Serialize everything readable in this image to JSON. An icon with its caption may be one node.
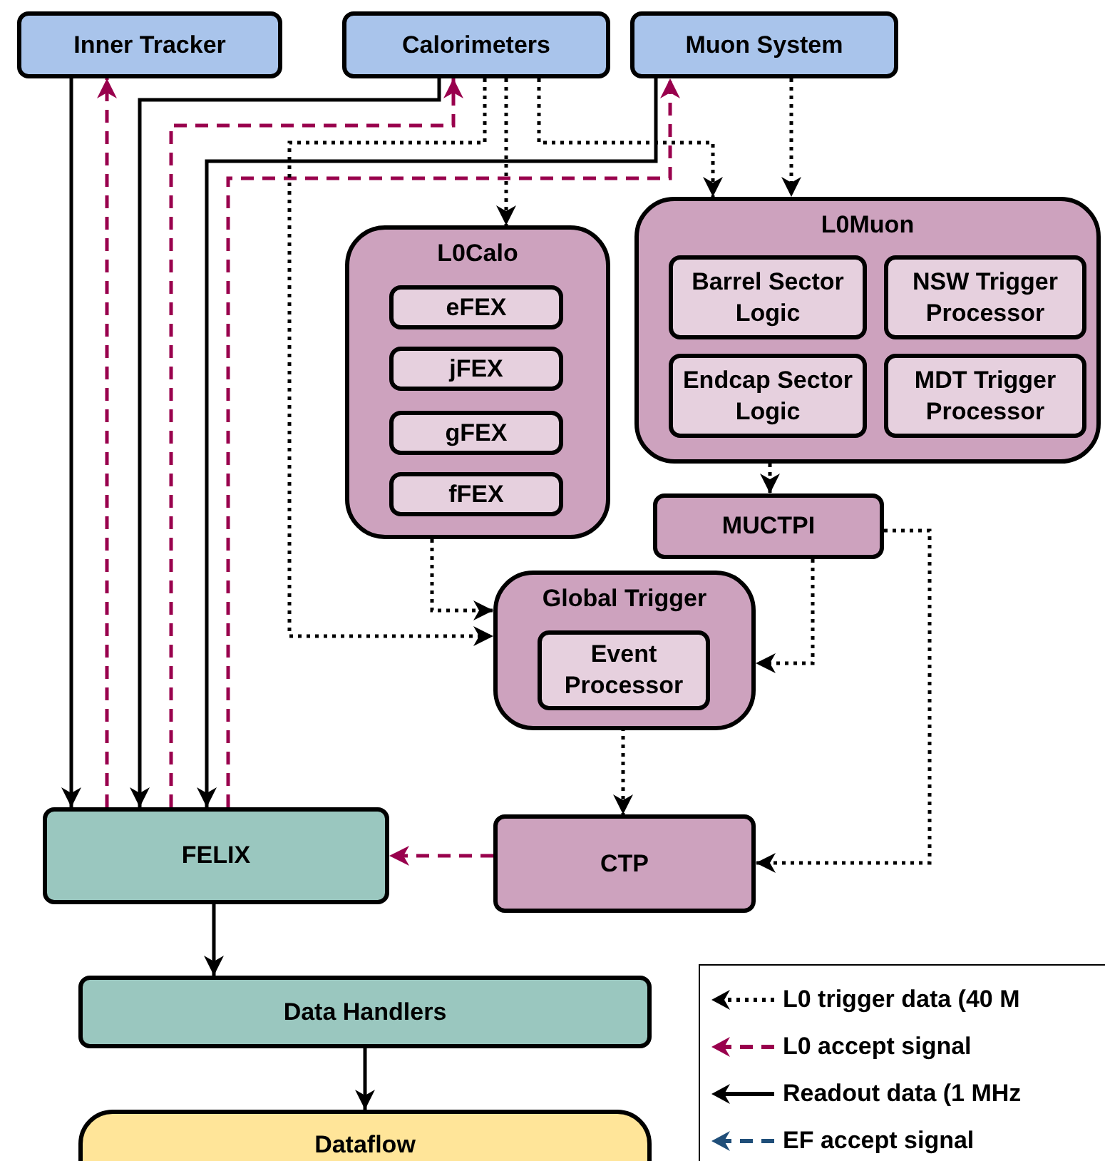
{
  "diagram": {
    "nodes": [
      {
        "text": [
          "Inner Tracker"
        ]
      },
      {
        "text": [
          "Calorimeters"
        ]
      },
      {
        "text": [
          "Muon System"
        ]
      },
      {
        "text": [
          "L0Calo"
        ]
      },
      {
        "text": [
          "eFEX"
        ],
        "in": 3
      },
      {
        "text": [
          "jFEX"
        ],
        "in": 3
      },
      {
        "text": [
          "gFEX"
        ],
        "in": 3
      },
      {
        "text": [
          "fFEX"
        ],
        "in": 3
      },
      {
        "text": [
          "L0Muon"
        ]
      },
      {
        "text": [
          "Barrel Sector Logic"
        ],
        "in": 8
      },
      {
        "text": [
          "NSW Trigger Processor"
        ],
        "in": 8
      },
      {
        "text": [
          "Endcap Sector Logic"
        ],
        "in": 8
      },
      {
        "text": [
          "MDT Trigger Processor"
        ],
        "in": 8
      },
      {
        "text": [
          "MUCTPI"
        ]
      },
      {
        "text": [
          "Global Trigger"
        ]
      },
      {
        "text": [
          "Event Processor"
        ],
        "in": 14
      },
      {
        "text": [
          "FELIX"
        ]
      },
      {
        "text": [
          "CTP"
        ]
      },
      {
        "text": [
          "Data Handlers"
        ]
      },
      {
        "text": [
          "Dataflow"
        ]
      }
    ],
    "edges": [
      {
        "from": 0,
        "to": 16,
        "arrow": "to"
      },
      {
        "from": 16,
        "to": 0,
        "arrow": "to",
        "style": "dashed",
        "color": "#99004d"
      },
      {
        "from": 1,
        "to": 16,
        "arrow": "to"
      },
      {
        "from": 16,
        "to": 1,
        "arrow": "to",
        "style": "dashed",
        "color": "#99004d"
      },
      {
        "from": 2,
        "to": 16,
        "arrow": "to"
      },
      {
        "from": 16,
        "to": 2,
        "arrow": "to",
        "style": "dashed",
        "color": "#99004d"
      },
      {
        "from": 1,
        "to": 3,
        "arrow": "to",
        "style": "dashed"
      },
      {
        "from": 1,
        "to": 14,
        "arrow": "to",
        "style": "dashed"
      },
      {
        "from": 1,
        "to": 8,
        "arrow": "to",
        "style": "dashed"
      },
      {
        "from": 2,
        "to": 8,
        "arrow": "to",
        "style": "dashed"
      },
      {
        "from": 8,
        "to": 13,
        "arrow": "to",
        "style": "dashed"
      },
      {
        "from": 3,
        "to": 14,
        "arrow": "to",
        "style": "dashed"
      },
      {
        "from": 13,
        "to": 14,
        "arrow": "to",
        "style": "dashed"
      },
      {
        "from": 13,
        "to": 17,
        "arrow": "to",
        "style": "dashed"
      },
      {
        "from": 15,
        "to": 17,
        "arrow": "to",
        "style": "dashed"
      },
      {
        "from": 17,
        "to": 16,
        "arrow": "to",
        "style": "dashed",
        "color": "#99004d"
      },
      {
        "from": 16,
        "to": 18,
        "arrow": "to"
      },
      {
        "from": 18,
        "to": 19,
        "arrow": "to"
      }
    ],
    "legend": [
      {
        "text": "L0 trigger data (40 M"
      },
      {
        "text": "L0 accept signal"
      },
      {
        "text": "Readout data (1 MHz"
      },
      {
        "text": "EF accept signal"
      }
    ]
  }
}
